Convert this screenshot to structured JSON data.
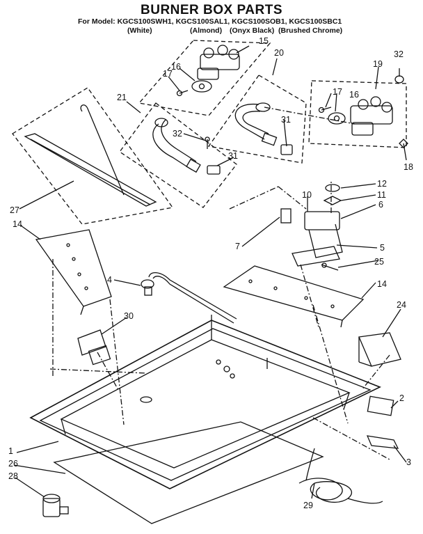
{
  "header": {
    "title": "BURNER BOX PARTS",
    "models_line": "For Model: KGCS100SWH1, KGCS100SAL1, KGCS100SOB1, KGCS100SBC1",
    "variants": [
      "(White)",
      "(Almond)",
      "(Onyx Black)",
      "(Brushed Chrome)"
    ]
  },
  "callouts": [
    "1",
    "2",
    "3",
    "4",
    "5",
    "6",
    "7",
    "10",
    "11",
    "12",
    "14",
    "14",
    "15",
    "16",
    "16",
    "17",
    "17",
    "18",
    "19",
    "20",
    "21",
    "24",
    "25",
    "26",
    "27",
    "28",
    "29",
    "30",
    "31",
    "31",
    "32",
    "32"
  ]
}
